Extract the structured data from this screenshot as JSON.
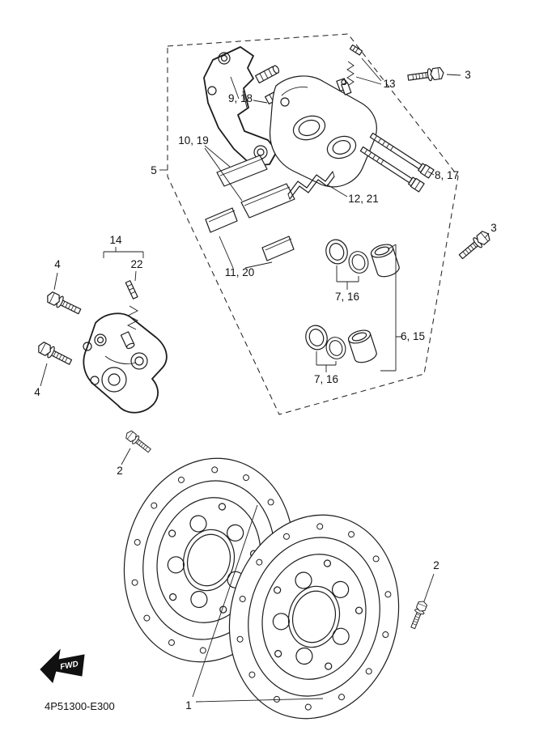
{
  "diagram": {
    "code": "4P51300-E300",
    "fwd": "FWD",
    "callouts": [
      {
        "label": "3"
      },
      {
        "label": "13"
      },
      {
        "label": "9, 18"
      },
      {
        "label": "10, 19"
      },
      {
        "label": "8, 17"
      },
      {
        "label": "12, 21"
      },
      {
        "label": "3"
      },
      {
        "label": "5"
      },
      {
        "label": "11, 20"
      },
      {
        "label": "7, 16"
      },
      {
        "label": "6, 15"
      },
      {
        "label": "7, 16"
      },
      {
        "label": "14"
      },
      {
        "label": "22"
      },
      {
        "label": "4"
      },
      {
        "label": "4"
      },
      {
        "label": "2"
      },
      {
        "label": "2"
      },
      {
        "label": "1"
      }
    ],
    "colors": {
      "line": "#1c1c1c",
      "background": "#ffffff"
    }
  }
}
